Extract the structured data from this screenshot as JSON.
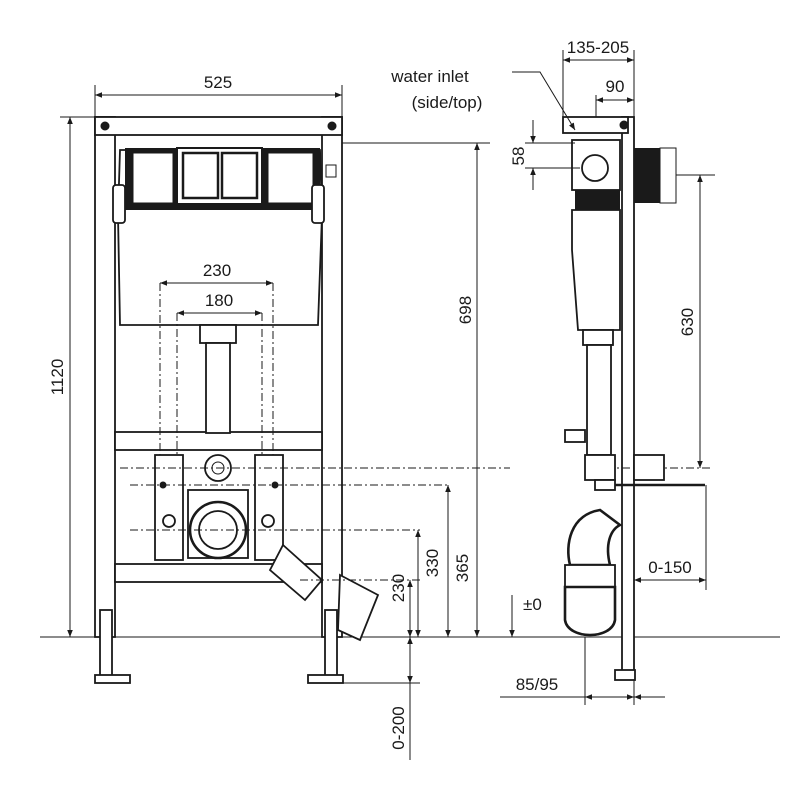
{
  "diagram": {
    "labels": {
      "width_total": "525",
      "height_total": "1120",
      "height_698": "698",
      "spacing_230": "230",
      "spacing_180": "180",
      "height_330": "330",
      "height_365": "365",
      "height_230": "230",
      "adjust_0_200": "0-200",
      "depth_range": "135-205",
      "depth_90": "90",
      "inlet_line1": "water inlet",
      "inlet_line2": "(side/top)",
      "height_58": "58",
      "height_630": "630",
      "offset_0_150": "0-150",
      "zero_level": "±0",
      "foot_depth": "85/95"
    },
    "colors": {
      "ink": "#1a1a1a",
      "paper": "#ffffff",
      "shade": "#d9d9d9"
    }
  }
}
